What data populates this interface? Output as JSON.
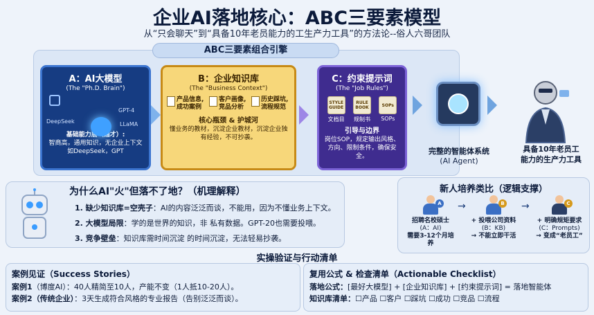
{
  "header": {
    "title": "企业AI落地核心：ABC三要素模型",
    "subtitle": "从“只会聊天”到“具备10年老员能力的工生产力工具”的方法论--俗人六哥团队"
  },
  "engine": {
    "title": "ABC三要素组合引擎",
    "card_a": {
      "title": "A：AI大模型",
      "subtitle": "(The \"Ph.D. Brain\")",
      "icons": [
        "DeepSeek",
        "GPT-4",
        "LLaMA"
      ],
      "desc_title": "基础能力层（通才）:",
      "desc": "智商高，通用知识，无企业上下文如DeepSeek，GPT"
    },
    "card_b": {
      "title": "B：企业知识库",
      "subtitle": "(The \"Business Context\")",
      "docs": [
        {
          "l1": "产品信息,",
          "l2": "成功案例"
        },
        {
          "l1": "客户画像,",
          "l2": "竞品分析"
        },
        {
          "l1": "历史踩坑,",
          "l2": "流程规范"
        }
      ],
      "desc_title": "核心瓶颈 & 护城河",
      "desc": "懂业务的教材，沉淀企业教材，沉淀企业独有经验，不可抄袭。"
    },
    "card_c": {
      "title": "C：约束提示词",
      "subtitle": "(The \"Job Rules\")",
      "books": [
        {
          "cover": "STYLE GUIDE",
          "label": "文档目"
        },
        {
          "cover": "RULE BOOK",
          "label": "规制书"
        },
        {
          "cover": "SOPs",
          "label": "SOPs"
        }
      ],
      "desc_title": "引导与边界",
      "desc": "岗位SOP，规定输出风格、方向、限制条件，确保安全。"
    }
  },
  "agent": {
    "label": "完整的智能体系统",
    "sublabel": "(AI Agent)"
  },
  "worker": {
    "label_line1": "具备10年老员工",
    "label_line2": "能力的生产力工具"
  },
  "why": {
    "title": "为什么AI\"火\"但落不了地？（机理解释）",
    "items": [
      {
        "bold": "1. 缺少知识库=空壳子",
        "text": "：AI的内容泛泛而谈，不能用，因为不懂业务上下文。"
      },
      {
        "bold": "2. 大模型局限",
        "text": "：学的是世界的知识，非 私有数据。GPT-20也需要投喂。"
      },
      {
        "bold": "3. 竞争壁垒",
        "text": "：知识库需时间沉淀 的时间沉淀，无法轻易抄袭。"
      }
    ]
  },
  "onboarding": {
    "title": "新人培养类比（逻辑支撑）",
    "steps": [
      {
        "badge": "A",
        "name": "招聘名校硕士",
        "note": "(A：AI)",
        "extra": "需要3-12个月培养"
      },
      {
        "badge": "B",
        "name": "+ 投喂公司资料",
        "note": "(B：KB)",
        "extra": "→ 不能立即干活"
      },
      {
        "badge": "C",
        "name": "+ 明确规矩要求",
        "note": "(C：Prompts)",
        "extra": "→ 变成“老员工”"
      }
    ]
  },
  "verify": {
    "title": "实操验证与行动清单",
    "cases": {
      "title": "案例见证（Success Stories）",
      "items": [
        {
          "bold": "案例1",
          "text": "（博度AI）：40人精简至10人，产能不变（1人抵10-20人）。"
        },
        {
          "bold": "案例2（传统企业）",
          "text": "：3天生成符合风格的专业报告（告别泛泛而谈）。"
        }
      ]
    },
    "checklist": {
      "title": "复用公式 & 检查清单（Actionable Checklist）",
      "formula_label": "落地公式：",
      "formula": "[最好大模型] + [企业知识库] + [约束提示词] = 落地智能体",
      "kb_label": "知识库清单：",
      "kb_items": "☐产品  ☐客户  ☐踩坑  ☐成功  ☐竞品  ☐流程"
    }
  },
  "colors": {
    "card_a": "#163c82",
    "card_b": "#f7d77a",
    "card_c": "#3f2c8f",
    "background": "#eef3fa"
  }
}
